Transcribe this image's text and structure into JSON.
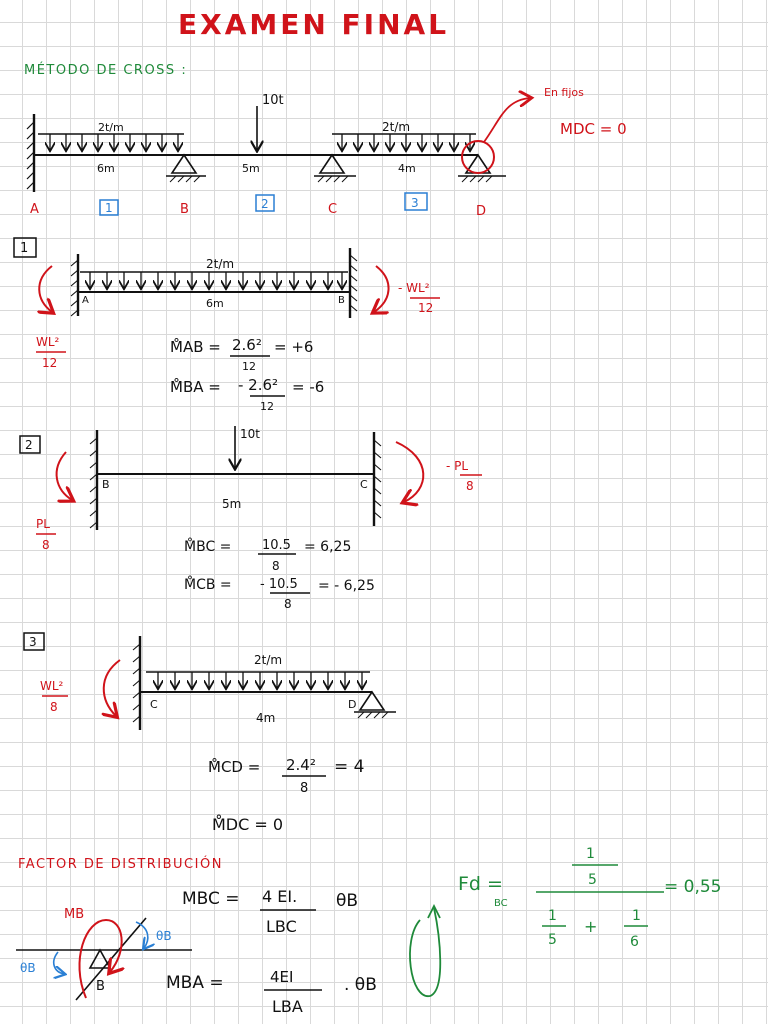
{
  "title": "EXAMEN FINAL",
  "method_label": "MÉTODO DE CROSS :",
  "beam": {
    "load_left": "2t/m",
    "load_point": "10t",
    "load_right": "2t/m",
    "span_ab": "6m",
    "span_bc": "5m",
    "span_cd": "4m",
    "nodes": [
      "A",
      "B",
      "C",
      "D"
    ],
    "segments": [
      "1",
      "2",
      "3"
    ],
    "note": "En fijos",
    "m_dc_note": "MDC = 0"
  },
  "s1": {
    "num": "1",
    "load": "2t/m",
    "span": "6m",
    "node_a": "A",
    "node_b": "B",
    "left_frac_num": "WL²",
    "left_frac_den": "12",
    "right_frac": "- WL²",
    "right_den": "12",
    "eq1_lhs": "M̊AB =",
    "eq1_num": "2.6²",
    "eq1_den": "12",
    "eq1_rhs": "= +6",
    "eq2_lhs": "M̊BA =",
    "eq2_num": "- 2.6²",
    "eq2_den": "12",
    "eq2_rhs": "= -6"
  },
  "s2": {
    "num": "2",
    "load": "10t",
    "span": "5m",
    "node_b": "B",
    "node_c": "C",
    "left_num": "PL",
    "left_den": "8",
    "right_num": "- PL",
    "right_den": "8",
    "eq1_lhs": "M̊BC =",
    "eq1_num": "10.5",
    "eq1_den": "8",
    "eq1_rhs": "= 6,25",
    "eq2_lhs": "M̊CB =",
    "eq2_num": "- 10.5",
    "eq2_den": "8",
    "eq2_rhs": "= - 6,25"
  },
  "s3": {
    "num": "3",
    "load": "2t/m",
    "span": "4m",
    "node_c": "C",
    "node_d": "D",
    "left_num": "WL²",
    "left_den": "8",
    "eq1_lhs": "M̊CD =",
    "eq1_num": "2.4²",
    "eq1_den": "8",
    "eq1_rhs": "= 4",
    "eq2": "M̊DC = 0"
  },
  "fd": {
    "heading": "FACTOR DE DISTRIBUCIÓN",
    "mb": "MB",
    "theta": "θB",
    "node": "B",
    "eq1_lhs": "MBC =",
    "eq1_num": "4 EI.",
    "eq1_den": "LBC",
    "eq1_tail": "θB",
    "eq2_lhs": "MBA =",
    "eq2_num": "4EI",
    "eq2_den": "LBA",
    "eq2_tail": ". θB",
    "green_lhs": "Fd =",
    "green_sub": "BC",
    "green_top_num": "1",
    "green_top_den": "5",
    "green_b1_num": "1",
    "green_b1_den": "5",
    "green_plus": "+",
    "green_b2_num": "1",
    "green_b2_den": "6",
    "green_result": "= 0,55"
  }
}
